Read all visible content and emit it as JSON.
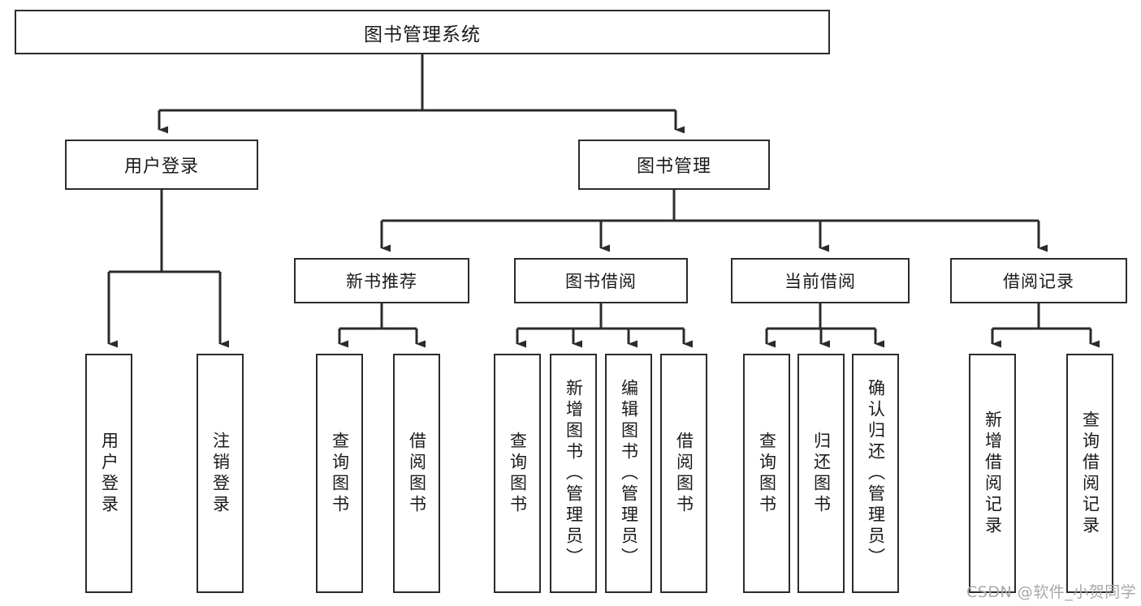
{
  "diagram": {
    "title": "图书管理系统",
    "type": "tree-hierarchy-chart",
    "watermark": "CSDN @软件_小贺同学",
    "colors": {
      "border": "#2b2b2b",
      "fill": "#ffffff",
      "text": "#1a1a1a",
      "watermark": "#a8a8a8"
    },
    "nodes": {
      "root": "图书管理系统",
      "level1": [
        "用户登录",
        "图书管理"
      ],
      "level2": [
        "新书推荐",
        "图书借阅",
        "当前借阅",
        "借阅记录"
      ],
      "leaves": {
        "user_login": [
          "用户登录",
          "注销登录"
        ],
        "new_book_recommend": [
          "查询图书",
          "借阅图书"
        ],
        "book_borrow": [
          "查询图书",
          "新增图书（管理员）",
          "编辑图书（管理员）",
          "借阅图书"
        ],
        "current_borrow": [
          "查询图书",
          "归还图书",
          "确认归还（管理员）"
        ],
        "borrow_record": [
          "新增借阅记录",
          "查询借阅记录"
        ]
      }
    }
  }
}
